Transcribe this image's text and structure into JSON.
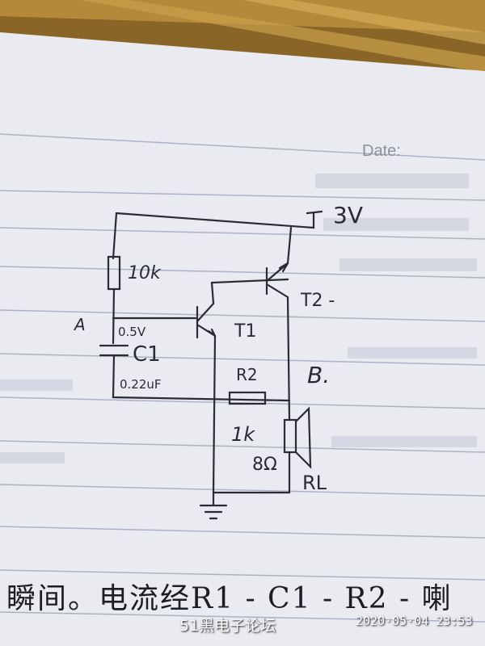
{
  "header": {
    "date_label": "Date:"
  },
  "circuit": {
    "supply": "3V",
    "resistor_r1": "10k",
    "node_a": "A",
    "voltage_c1": "0.5V",
    "capacitor": "C1",
    "capacitance": "0.22uF",
    "transistor_t1": "T1",
    "transistor_t2": "T2 -",
    "resistor_r2": "R2",
    "node_b": "B.",
    "resistance_r2": "1k",
    "speaker_ohm": "8Ω",
    "speaker_label": "RL"
  },
  "note_text": "瞬间。电流经R1 - C1 - R2 - 喇",
  "overlay": {
    "watermark": "51黑电子论坛",
    "timestamp": "2020·05·04  23:53"
  },
  "colors": {
    "paper": "#e9ebf0",
    "ink": "#2b2b33",
    "rule_line": "#aab2c6",
    "wood": "#8a6528"
  }
}
